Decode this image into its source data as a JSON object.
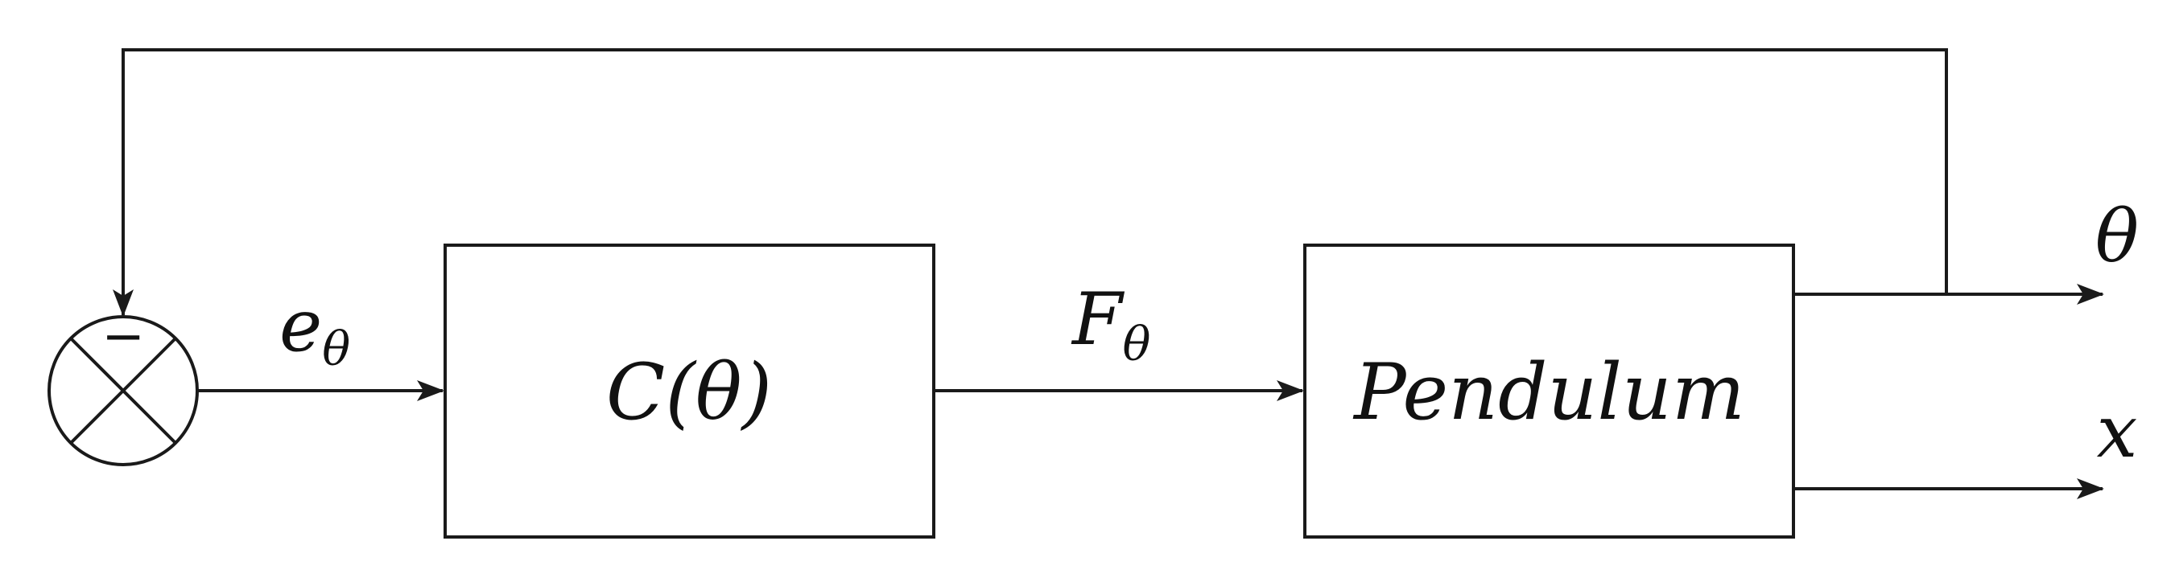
{
  "summing_junction": {
    "sign": "−"
  },
  "blocks": {
    "controller": {
      "label": "C(θ)"
    },
    "plant": {
      "label": "Pendulum"
    }
  },
  "signals": {
    "error": {
      "base": "e",
      "subscript": "θ"
    },
    "force": {
      "base": "F",
      "subscript": "θ"
    },
    "output_angle": {
      "label": "θ"
    },
    "output_position": {
      "label": "x"
    }
  },
  "colors": {
    "stroke": "#1a1a1a",
    "text": "#111111",
    "background": "#ffffff"
  }
}
